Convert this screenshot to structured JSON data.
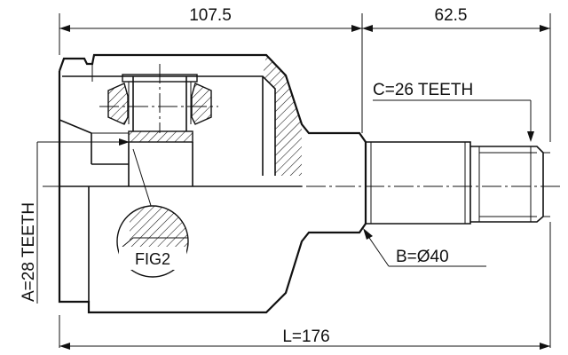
{
  "dimensions": {
    "housing_length": "107.5",
    "shaft_length": "62.5",
    "total_length": "L=176"
  },
  "callouts": {
    "outer_spline": "A=28 TEETH",
    "seal_diameter": "B=Ø40",
    "inner_spline": "C=26 TEETH",
    "figure_ref": "FIG2"
  },
  "colors": {
    "ink": "#111111",
    "background": "#ffffff"
  }
}
